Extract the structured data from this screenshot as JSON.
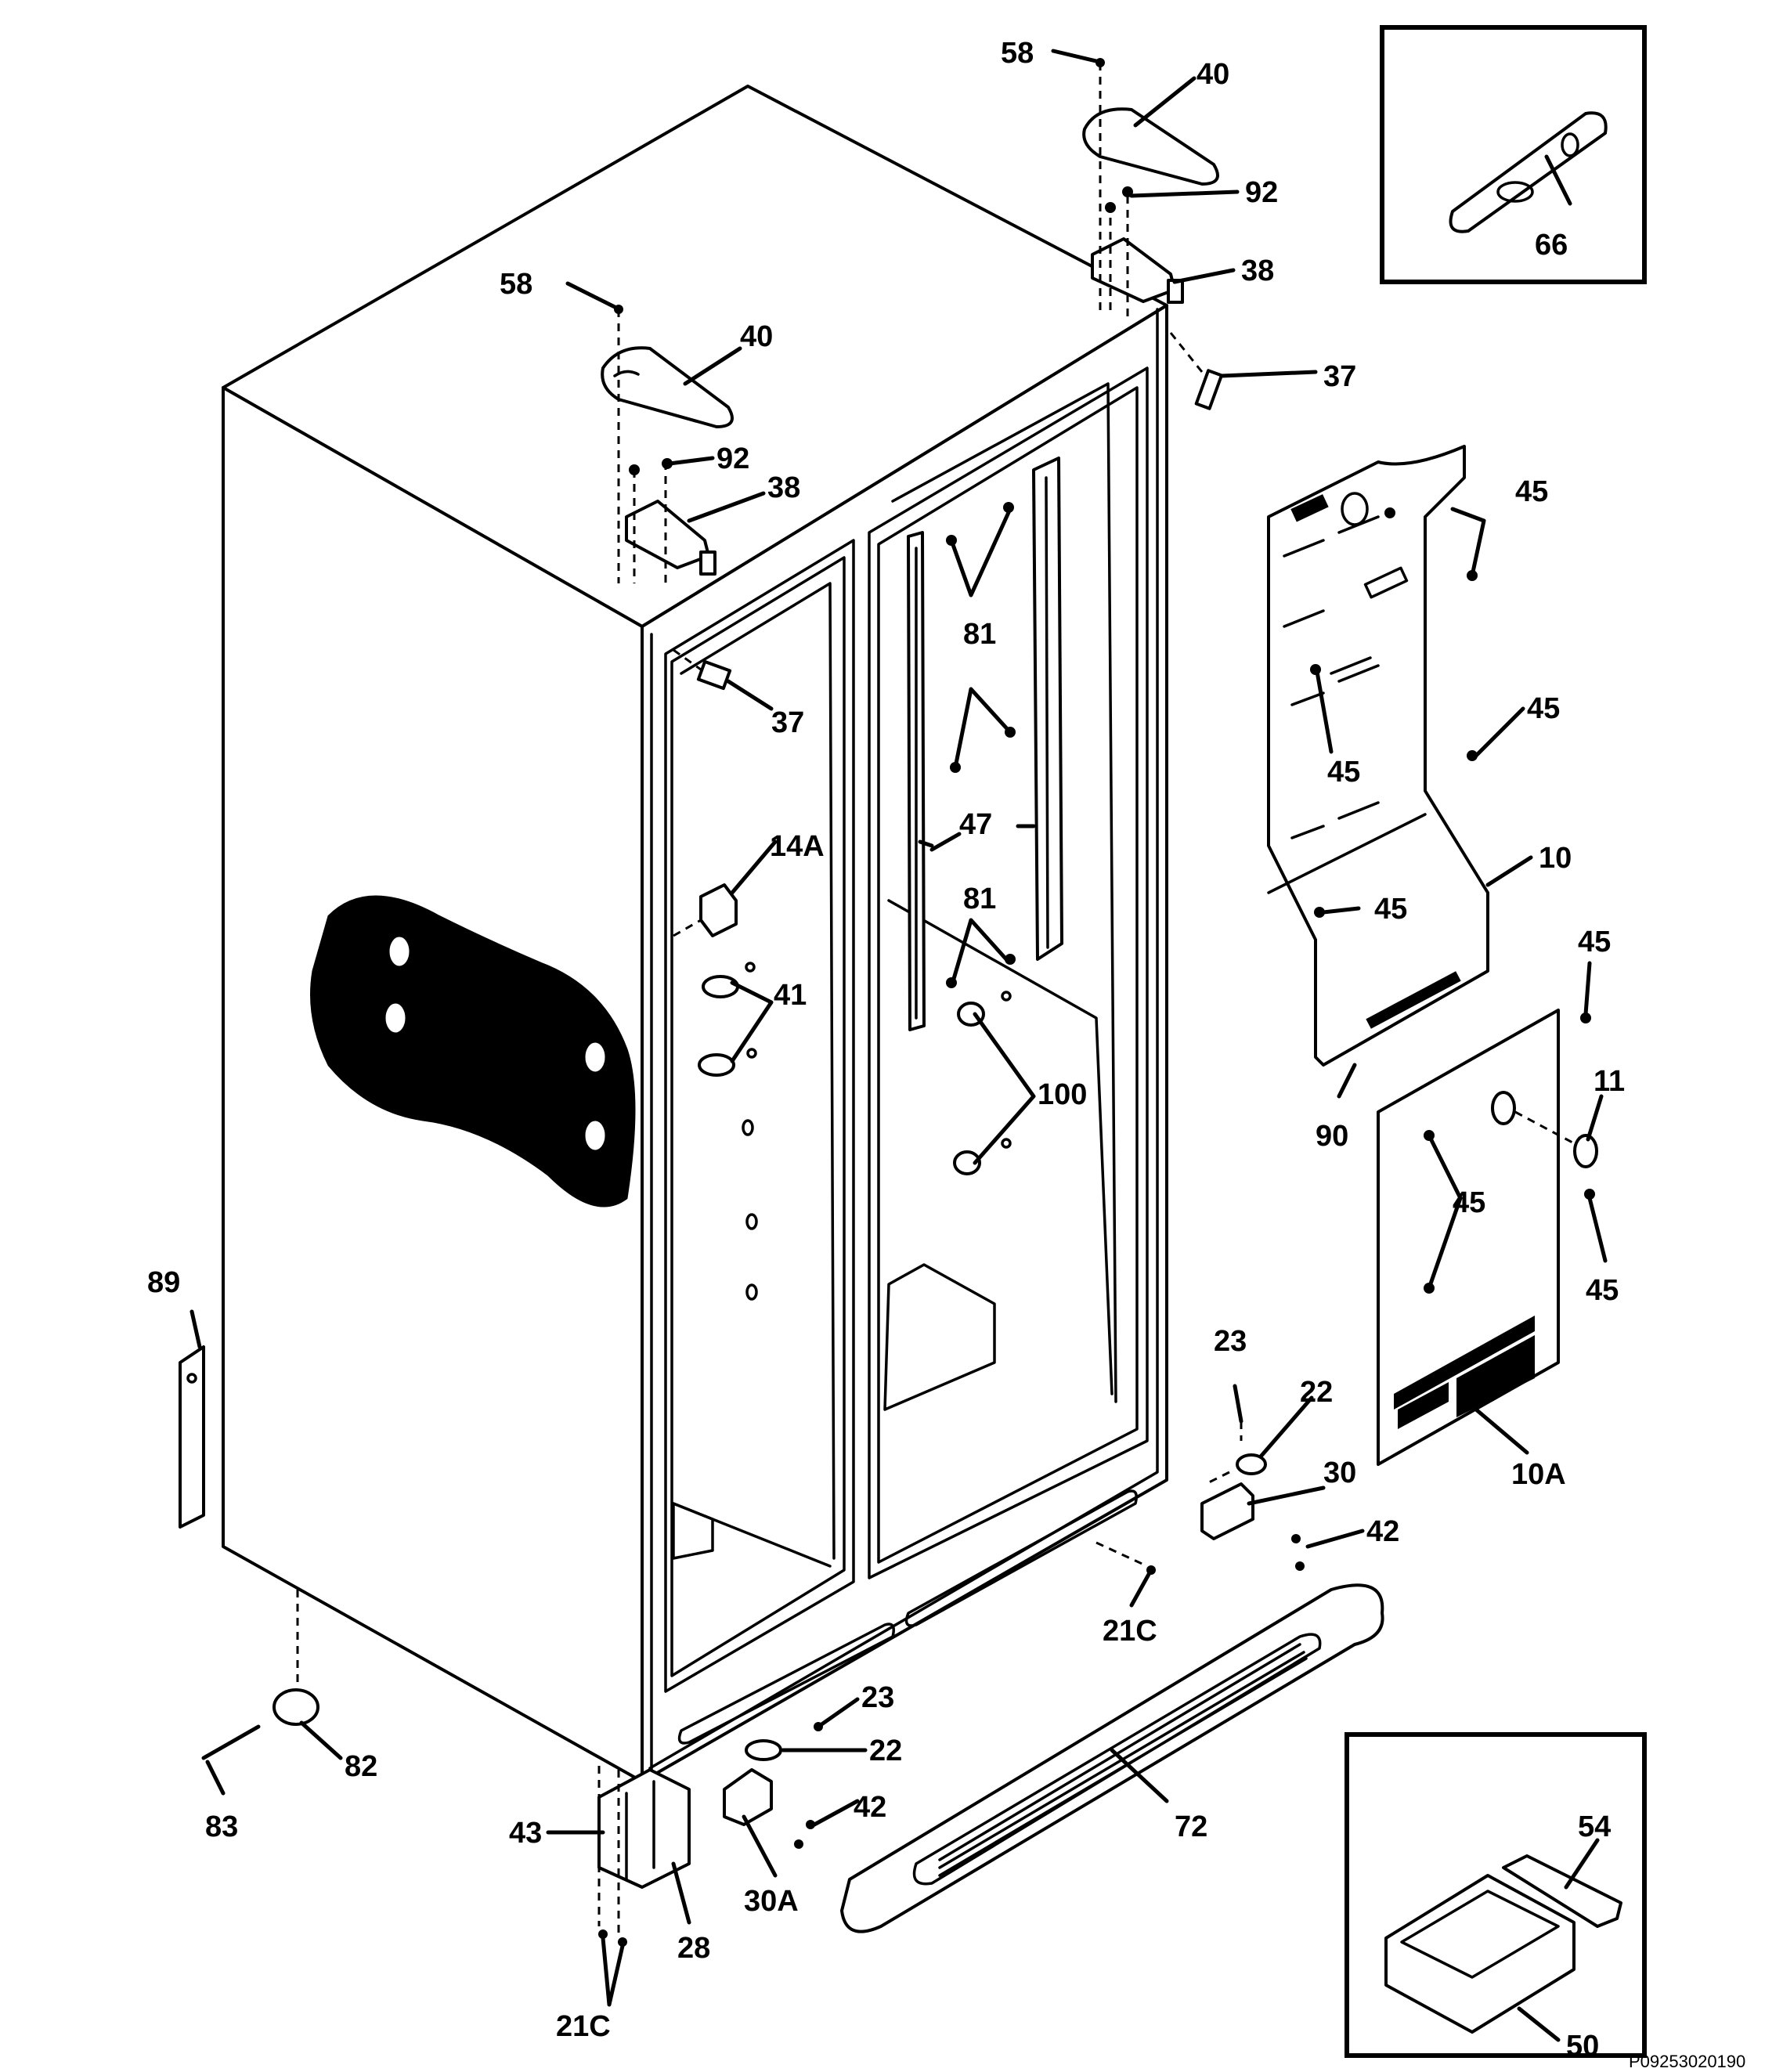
{
  "drawing_code": "P09253020190",
  "callouts": {
    "c58a": "58",
    "c40a": "40",
    "c92a": "92",
    "c38a": "38",
    "c37a": "37",
    "c58b": "58",
    "c40b": "40",
    "c92b": "92",
    "c38b": "38",
    "c37b": "37",
    "c66": "66",
    "c45a": "45",
    "c45b": "45",
    "c45c": "45",
    "c45d": "45",
    "c45e": "45",
    "c45f": "45",
    "c45g": "45",
    "c10": "10",
    "c11": "11",
    "c90": "90",
    "c10A": "10A",
    "c81a": "81",
    "c81b": "81",
    "c47": "47",
    "c14A": "14A",
    "c41": "41",
    "c100": "100",
    "c89": "89",
    "c23a": "23",
    "c22a": "22",
    "c30": "30",
    "c42a": "42",
    "c21Ca": "21C",
    "c23b": "23",
    "c22b": "22",
    "c42b": "42",
    "c30A": "30A",
    "c72": "72",
    "c82": "82",
    "c83": "83",
    "c43": "43",
    "c28": "28",
    "c21Cb": "21C",
    "c54": "54",
    "c50": "50"
  }
}
